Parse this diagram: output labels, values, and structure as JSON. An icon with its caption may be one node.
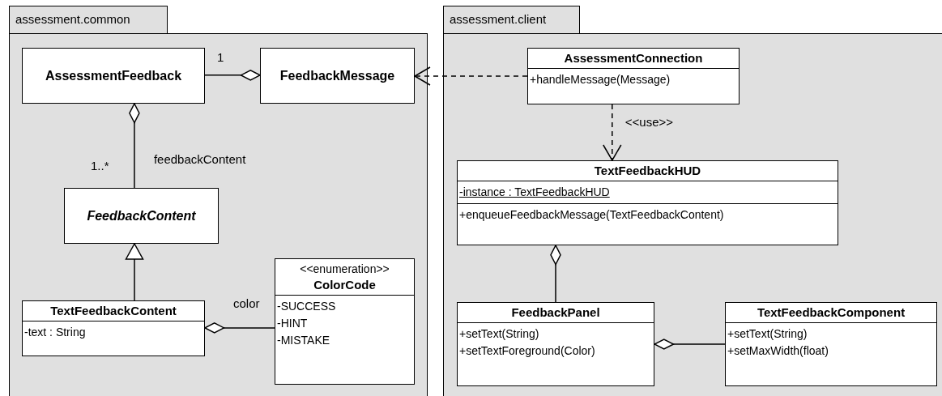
{
  "diagram": {
    "nodes": [
      {
        "text": [
          "assessment.common"
        ]
      },
      {
        "text": [
          "AssessmentFeedback"
        ],
        "in": 0
      },
      {
        "text": [
          "FeedbackMessage"
        ],
        "in": 0
      },
      {
        "text": [
          "FeedbackContent"
        ],
        "in": 0
      },
      {
        "text": [
          "TextFeedbackContent",
          "-text : String"
        ],
        "in": 0
      },
      {
        "text": [
          "<<enumeration>>",
          "ColorCode",
          "-SUCCESS",
          "-HINT",
          "-MISTAKE"
        ],
        "in": 0
      },
      {
        "text": [
          "assessment.client"
        ]
      },
      {
        "text": [
          "AssessmentConnection",
          "+handleMessage(Message)"
        ],
        "in": 6
      },
      {
        "text": [
          "TextFeedbackHUD",
          "-instance : TextFeedbackHUD",
          "+enqueueFeedbackMessage(TextFeedbackContent)"
        ],
        "in": 6
      },
      {
        "text": [
          "FeedbackPanel",
          "+setText(String)",
          "+setTextForeground(Color)"
        ],
        "in": 6
      },
      {
        "text": [
          "TextFeedbackComponent",
          "+setText(String)",
          "+setMaxWidth(float)"
        ],
        "in": 6
      }
    ],
    "edges": [
      {
        "from": 1,
        "to": 2,
        "arrow": "other"
      },
      {
        "from": 3,
        "to": 1,
        "arrow": "other",
        "label": "feedbackContent"
      },
      {
        "from": 4,
        "to": 3,
        "arrow": "to"
      },
      {
        "from": 5,
        "to": 4,
        "arrow": "other",
        "label": "color"
      },
      {
        "from": 7,
        "to": 2,
        "arrow": "to",
        "style": "dashed"
      },
      {
        "from": 7,
        "to": 8,
        "arrow": "to",
        "style": "dashed",
        "label": "<<use>>"
      },
      {
        "from": 9,
        "to": 8,
        "arrow": "other"
      },
      {
        "from": 10,
        "to": 9,
        "arrow": "other"
      }
    ],
    "labels": [
      "1",
      "1..*"
    ]
  }
}
